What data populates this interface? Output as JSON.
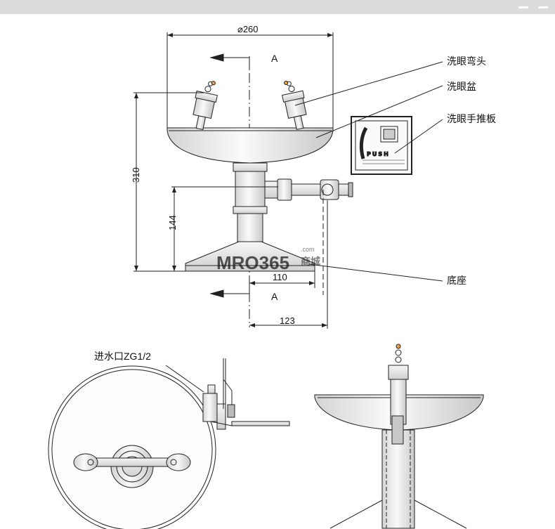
{
  "dimensions": {
    "diameter": "⌀260",
    "height_total": "310",
    "height_base": "144",
    "width_110": "110",
    "width_123": "123"
  },
  "section_marks": {
    "top": "A",
    "bottom": "A"
  },
  "labels": {
    "elbow": "洗眼弯头",
    "basin": "洗眼盆",
    "push_plate": "洗眼手推板",
    "base": "底座",
    "inlet": "进水口ZG1/2"
  },
  "push_plate": {
    "word": "PUSH"
  },
  "watermark": {
    "brand": "MRO365",
    "suffix": "商城",
    "com": ".com"
  },
  "colors": {
    "line": "#222222",
    "steel": "#e8e8e8",
    "watermark": "#9db8d8",
    "accent": "#f0a040"
  }
}
